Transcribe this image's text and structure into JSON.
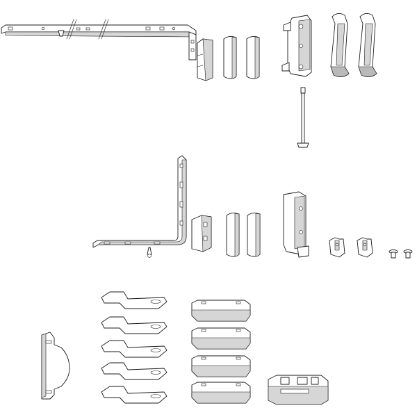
{
  "figure": {
    "type": "exploded-hardware-kit",
    "background": "#ffffff",
    "line_color": "#1a1a1a",
    "shade_light": "#d6d6d6",
    "shade_mid": "#b9b9b9"
  },
  "groups": {
    "upper_set": {
      "long_arm_count": 1,
      "hinge_cap_count": 2,
      "bracket_count": 1,
      "handle_cover_count": 2,
      "pin_count": 1
    },
    "middle_set": {
      "corner_arm_count": 1,
      "hinge_cap_count": 2,
      "bracket_count": 1,
      "clip_count": 2,
      "screw_count": 2
    },
    "lower_set": {
      "side_plate_count": 1,
      "flat_strap_count": 5,
      "cover_block_count": 4,
      "base_block_count": 1
    }
  }
}
